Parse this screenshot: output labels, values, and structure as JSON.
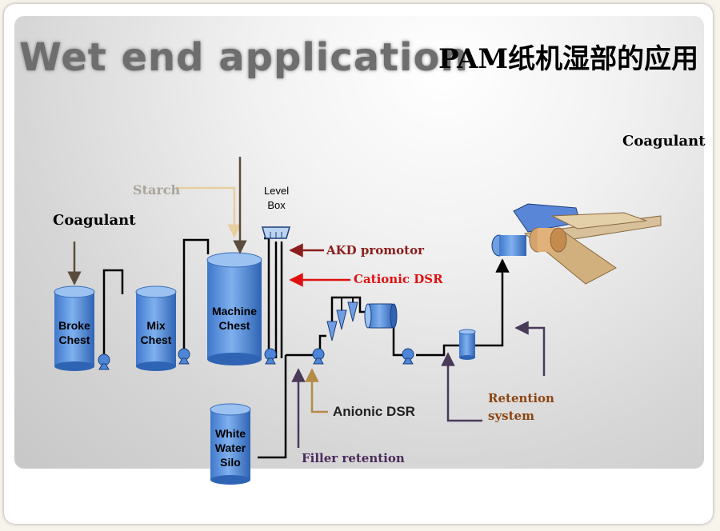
{
  "titles": {
    "english": "Wet end application",
    "chinese": "PAM纸机湿部的应用"
  },
  "labels": {
    "coagulant_right": "Coagulant",
    "coagulant_left": "Coagulant",
    "starch": "Starch",
    "level_box": "Level\nBox",
    "akd": "AKD promotor",
    "cationic": "Cationic DSR",
    "anionic": "Anionic DSR",
    "filler": "Filler retention",
    "retention": "Retention\nsystem"
  },
  "tanks": {
    "broke": "Broke\nChest",
    "mix": "Mix\nChest",
    "machine": "Machine\nChest",
    "white_water": "White\nWater\nSilo"
  },
  "colors": {
    "tank_top": "#6f9fe0",
    "tank_body": "#4d86d8",
    "akd_arrow": "#8b1d1d",
    "cationic_arrow": "#e01010",
    "anionic_arrow": "#b58a46",
    "filler_arrow": "#4a3a5a",
    "starch_arrow": "#e8cfa0",
    "coagulant_arrow": "#5a4c3c",
    "retention_text": "#8b4513",
    "filler_text": "#4a2a5c"
  }
}
